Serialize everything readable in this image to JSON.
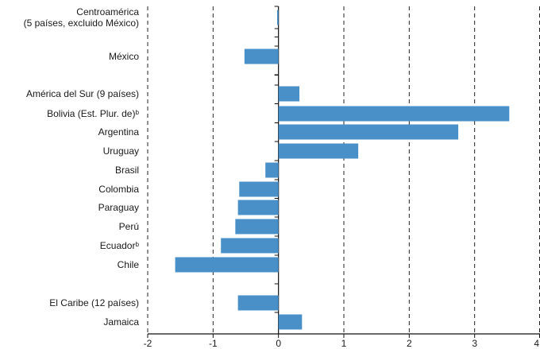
{
  "chart_data": {
    "type": "bar",
    "orientation": "horizontal",
    "color": "#4a90c8",
    "xlim": [
      -2,
      4
    ],
    "xticks": [
      -2,
      -1,
      0,
      1,
      2,
      3,
      4
    ],
    "xtick_labels": [
      "-2",
      "-1",
      "0",
      "1",
      "2",
      "3",
      "4"
    ],
    "grid": "vertical-dashed",
    "bars": [
      {
        "label": [
          "Centroamérica",
          "(5 países, excluido México)"
        ],
        "value": -0.02
      },
      {
        "label": [
          "México"
        ],
        "value": -0.52
      },
      {
        "label": [
          "América del Sur (9 países)"
        ],
        "value": 0.32
      },
      {
        "label": [
          "Bolivia (Est. Plur. de)ᵇ"
        ],
        "value": 3.53
      },
      {
        "label": [
          "Argentina"
        ],
        "value": 2.75
      },
      {
        "label": [
          "Uruguay"
        ],
        "value": 1.22
      },
      {
        "label": [
          "Brasil"
        ],
        "value": -0.2
      },
      {
        "label": [
          "Colombia"
        ],
        "value": -0.6
      },
      {
        "label": [
          "Paraguay"
        ],
        "value": -0.62
      },
      {
        "label": [
          "Perú"
        ],
        "value": -0.66
      },
      {
        "label": [
          "Ecuadorᵇ"
        ],
        "value": -0.88
      },
      {
        "label": [
          "Chile"
        ],
        "value": -1.58
      },
      {
        "label": [
          "El Caribe (12 países)"
        ],
        "value": -0.62
      },
      {
        "label": [
          "Jamaica"
        ],
        "value": 0.36
      }
    ]
  }
}
